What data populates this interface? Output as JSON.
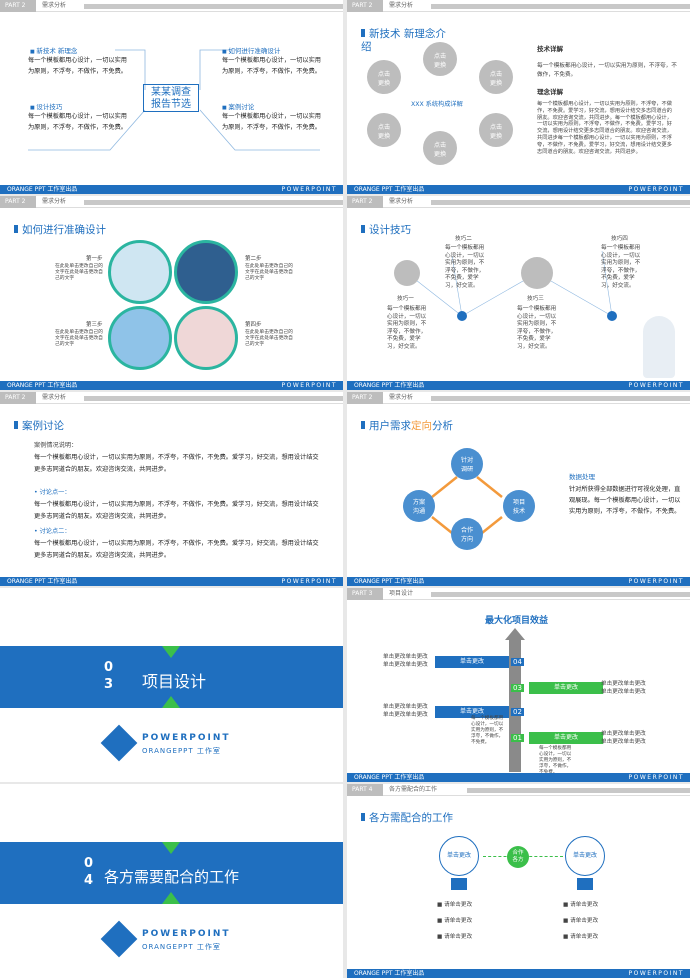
{
  "header": {
    "part2": "PART 2",
    "part3": "PART 3",
    "part4": "PART 4",
    "demand": "需求分析",
    "project": "项目设计",
    "coop": "各方需配合的工作"
  },
  "footer": {
    "left": "ORANGE PPT  工作室出品",
    "right": "POWERPOINT"
  },
  "s1": {
    "center": "某某调查\n报告节选",
    "n1": "新技术  新理念",
    "n2": "设计技巧",
    "n3": "如何进行准确设计",
    "n4": "案例讨论",
    "body": "每一个模板都用心设计，一切以实用为原则，不浮夸，不做作，不免费。"
  },
  "s2": {
    "title": "新技术  新理念介绍",
    "center": "XXX 系统构成详解",
    "bubble": "点击\n更换",
    "h1": "技术详解",
    "p1": "每一个模板都用心设计，一切以实用为原则，不浮夸，不做作，不免费。",
    "h2": "理念详解",
    "p2": "每一个模板都用心设计，一切以实用为原则，不浮夸，不做作，不免费。爱学习，好交流，想用设计结交多志同道合的朋友。欢迎咨询交流，共同进步。每一个模板都用心设计，一切以实用为原则，不浮夸，不做作，不免费。爱学习，好交流，想用设计结交更多志同道合的朋友。欢迎咨询交流，共同进步每一个模板都用心设计，一切以实用为原则，不浮夸，不做作，不免费。爱学习，好交流，想用设计结交更多志同道合的朋友。欢迎咨询交流，共同进步。"
  },
  "s3": {
    "title": "如何进行准确设计",
    "steps": [
      "第一步",
      "第二步",
      "第三步",
      "第四步"
    ],
    "stepText": "在此处单击更改自己的文字在此处单击更改自己的文字"
  },
  "s4": {
    "title": "设计技巧",
    "tips": [
      "技巧一",
      "技巧二",
      "技巧三",
      "技巧四"
    ],
    "tipText": "每一个模板都用心设计，一切以实用为原则，不浮夸，不做作，不免费，爱学习，好交流。"
  },
  "s5": {
    "title": "案例讨论",
    "intro": "案例情况说明：",
    "body": "每一个模板都用心设计，一切以实用为原则，不浮夸，不做作，不免费。爱学习，好交流，想用设计结交更多志同道合的朋友。欢迎咨询交流，共同进步。",
    "d1": "•  讨论点一：",
    "d2": "•  讨论点二："
  },
  "s6": {
    "title1": "用户需求",
    "title2": "定向",
    "title3": "分析",
    "nodes": [
      "针对\n调研",
      "项目\n技术",
      "合作\n方向",
      "方案\n沟通"
    ],
    "h": "数据处理",
    "p": "针对所获得全部数据进行可视化处理，直观展现。每一个模板都用心设计，一切以实用为原则，不浮夸，不做作，不免费。"
  },
  "s7": {
    "num": "0\n3",
    "title": "项目设计",
    "logo": "POWERPOINT",
    "sub": "ORANGEPPT 工作室"
  },
  "s8": {
    "title": "最大化项目效益",
    "arrow": "单击更改",
    "nums": [
      "04",
      "03",
      "02",
      "01"
    ],
    "side": "单击更改单击更改\n单击更改单击更改",
    "note": "每一个模板都用心设计，一切以实用为原则，不浮夸，不做作，不免费。"
  },
  "s9": {
    "num": "0\n4",
    "title": "各方需要配合的工作",
    "logo": "POWERPOINT",
    "sub": "ORANGEPPT 工作室"
  },
  "s10": {
    "title": "各方需配合的工作",
    "bulb": "单击更改",
    "mid": "合作\n各方",
    "item": "请单击更改"
  },
  "colors": {
    "blue": "#1f6fbf",
    "green": "#3bbf4a",
    "gray": "#bdbdbd",
    "orange": "#f39a3c"
  }
}
